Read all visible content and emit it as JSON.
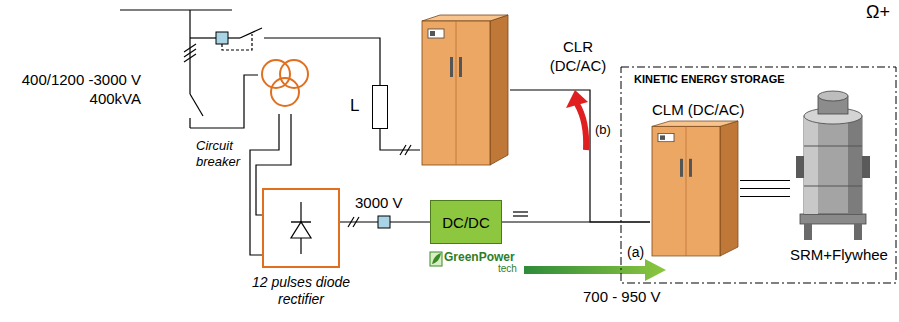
{
  "diagram": {
    "nodes": [
      {
        "text": [
          "CLR (DC/AC)"
        ]
      },
      {
        "text": [
          "L"
        ]
      },
      {
        "text": [
          "400/1200 -3000 V 400kVA"
        ]
      },
      {
        "text": [
          "12 pulses diode rectifier"
        ]
      },
      {
        "text": [
          "DC/DC"
        ]
      },
      {
        "text": [
          "KINETIC ENERGY STORAGE"
        ]
      },
      {
        "text": [
          "CLM (DC/AC)"
        ],
        "in": 5
      },
      {
        "text": [
          "SRM+Flywhee"
        ],
        "in": 5
      }
    ],
    "edges": [
      {
        "from": 1,
        "to": 0,
        "arrow": "none"
      },
      {
        "from": 2,
        "to": 3,
        "arrow": "none"
      },
      {
        "from": 3,
        "to": 4,
        "label": "3000 V",
        "arrow": "none"
      },
      {
        "from": 4,
        "to": 6,
        "arrow": "none"
      },
      {
        "from": 0,
        "to": 6,
        "arrow": "none"
      },
      {
        "from": 6,
        "to": 7,
        "arrow": "none"
      }
    ],
    "labels": [
      "Circuit breaker",
      "GreenPower",
      "tech",
      "(b)",
      "(a)",
      "700 - 950 V",
      "Ω+"
    ]
  }
}
